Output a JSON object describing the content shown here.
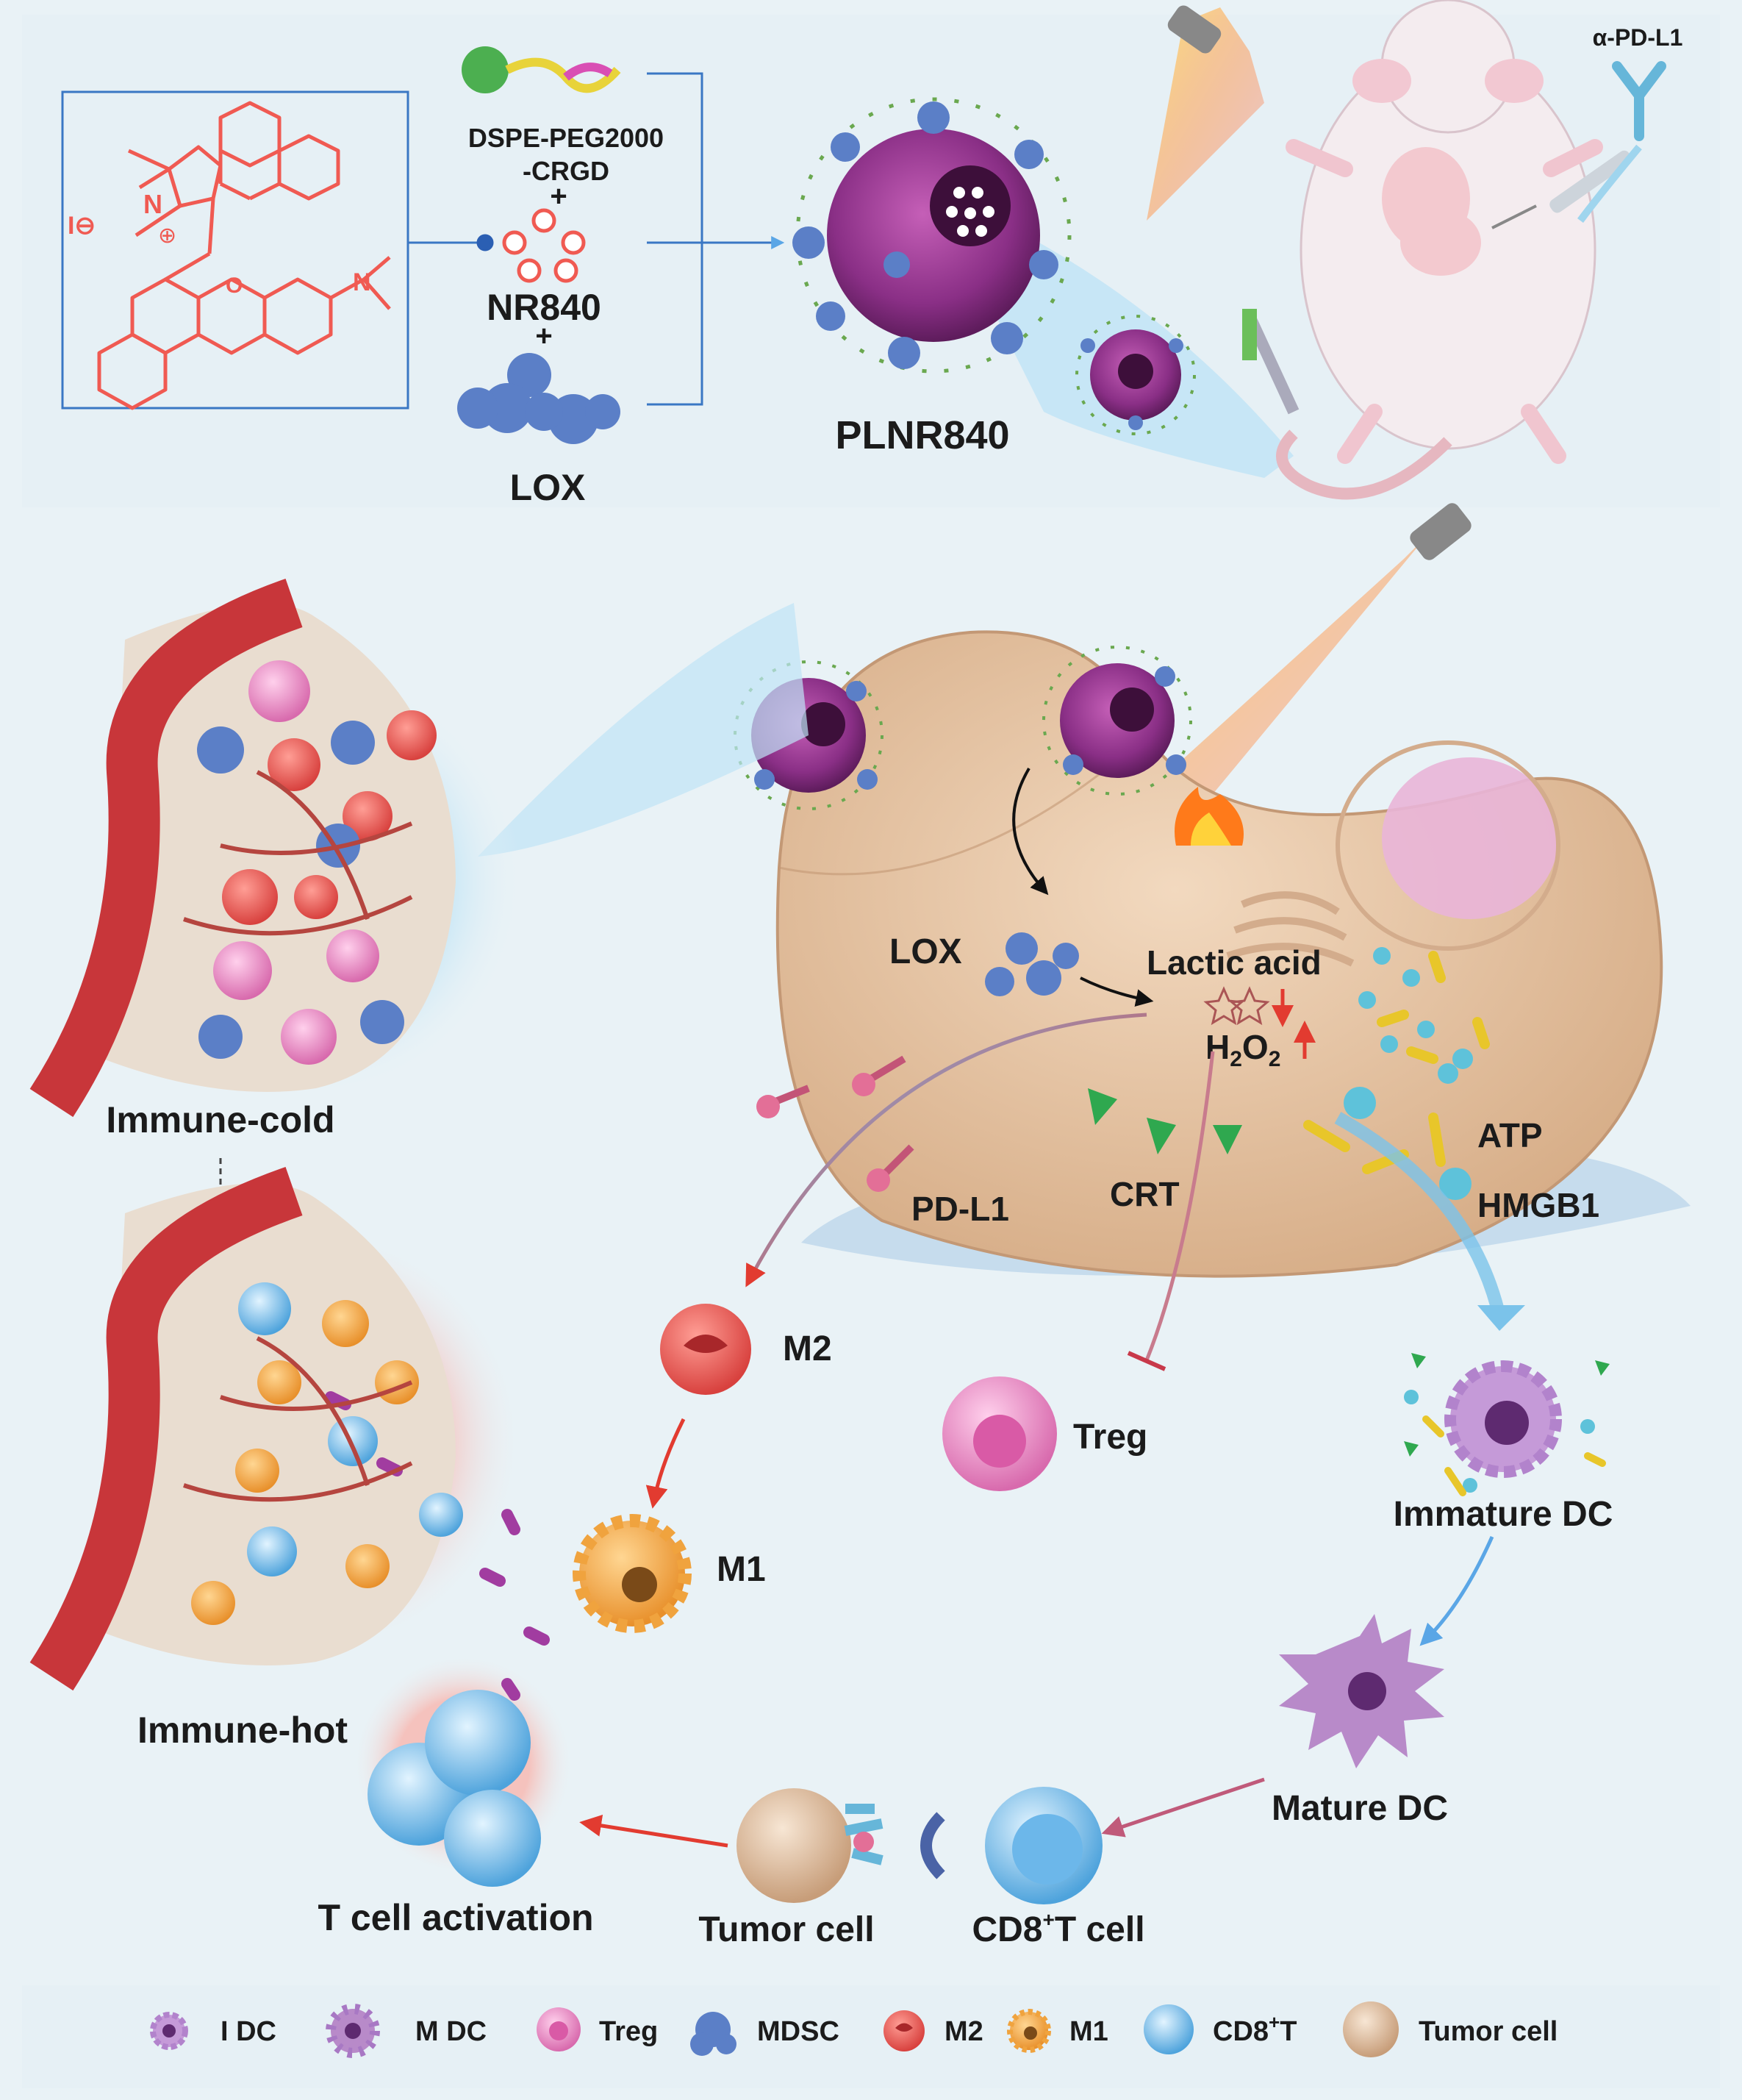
{
  "synthesis": {
    "component_peg_line1": "DSPE-PEG2000",
    "component_peg_line2": "-CRGD",
    "plus": "+",
    "component_dye": "NR840",
    "component_enzyme": "LOX",
    "product": "PLNR840",
    "antibody": "α-PD-L1"
  },
  "cell": {
    "lox": "LOX",
    "lactic_acid": "Lactic acid",
    "h2o2_main": "H",
    "h2o2_sub1": "2",
    "h2o2_mid": "O",
    "h2o2_sub2": "2",
    "crt": "CRT",
    "atp": "ATP",
    "hmgb1": "HMGB1",
    "pdl1": "PD-L1"
  },
  "tumor": {
    "cold": "Immune-cold",
    "hot": "Immune-hot"
  },
  "immune_cells": {
    "m2": "M2",
    "m1": "M1",
    "treg": "Treg",
    "immature_dc": "Immature DC",
    "mature_dc": "Mature DC",
    "cd8_prefix": "CD8",
    "cd8_sup": "+",
    "cd8_suffix": "T cell",
    "tumor_cell": "Tumor cell",
    "t_activation": "T cell activation"
  },
  "legend": {
    "items": [
      "I DC",
      "M DC",
      "Treg",
      "MDSC",
      "M2",
      "M1",
      "CD8",
      "Tumor cell"
    ],
    "cd8_sup": "+",
    "cd8_suffix": "T"
  },
  "colors": {
    "dye_red": "#e8413b",
    "particle_purple": "#8a2f86",
    "enzyme_blue": "#5b7fc7",
    "vessel_red": "#c8363a",
    "cell_tan": "#e3c2a0",
    "m2_red": "#e25a57",
    "m1_orange": "#f0a33e",
    "treg_pink": "#e98ac1",
    "cd8_blue": "#7cc0ea",
    "dc_purple": "#a878c4"
  }
}
